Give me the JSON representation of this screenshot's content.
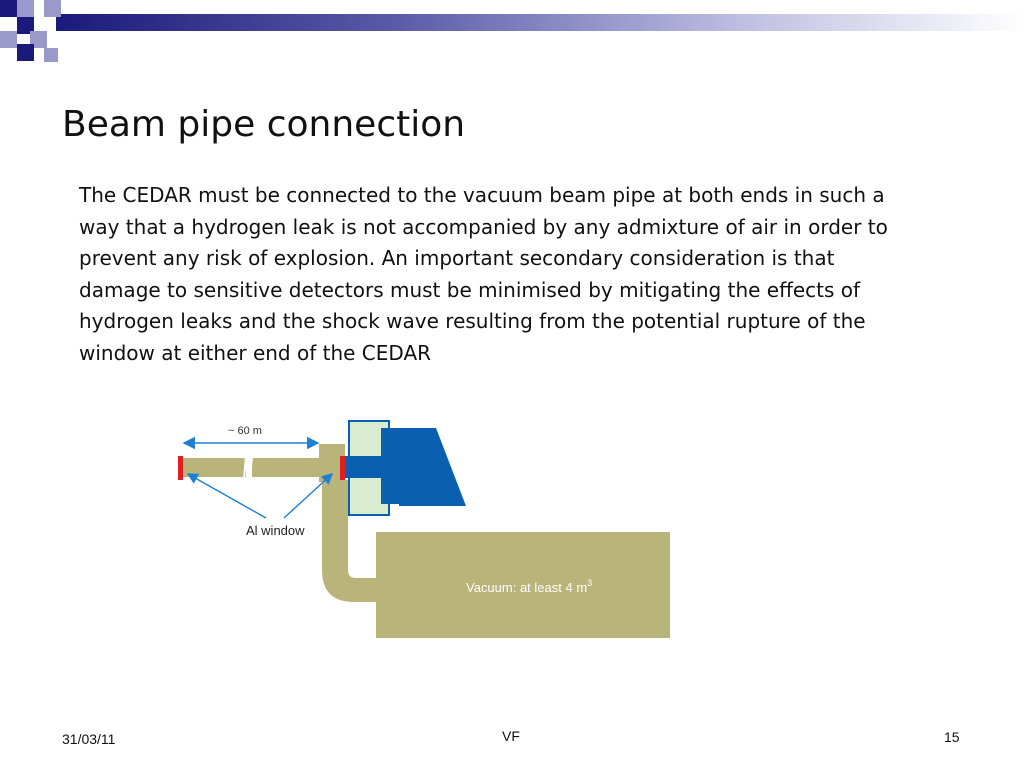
{
  "slide": {
    "title": "Beam pipe connection",
    "body": "The CEDAR must be connected to the vacuum beam pipe at both ends in such a way that a hydrogen leak is not accompanied by any admixture of air in order to prevent any risk of explosion. An important secondary consideration is that damage to sensitive detectors must be minimised by mitigating the effects of hydrogen leaks and the shock wave resulting from the potential rupture of the window at either end of the CEDAR",
    "footer": {
      "date": "31/03/11",
      "center": "VF",
      "page": "15"
    }
  },
  "diagram": {
    "distance_label": "~ 60 m",
    "window_label": "Al window",
    "vacuum_label": "Vacuum: at least 4 m",
    "vacuum_superscript": "3"
  },
  "colors": {
    "navy": "#1a1a7a",
    "lavender": "#9999cc",
    "pipe": "#b9b47a",
    "window_red": "#e02020",
    "arrow_blue": "#1f7fd0",
    "cedar_blue": "#0b5fb0",
    "cedar_light": "#d8ecd0"
  }
}
